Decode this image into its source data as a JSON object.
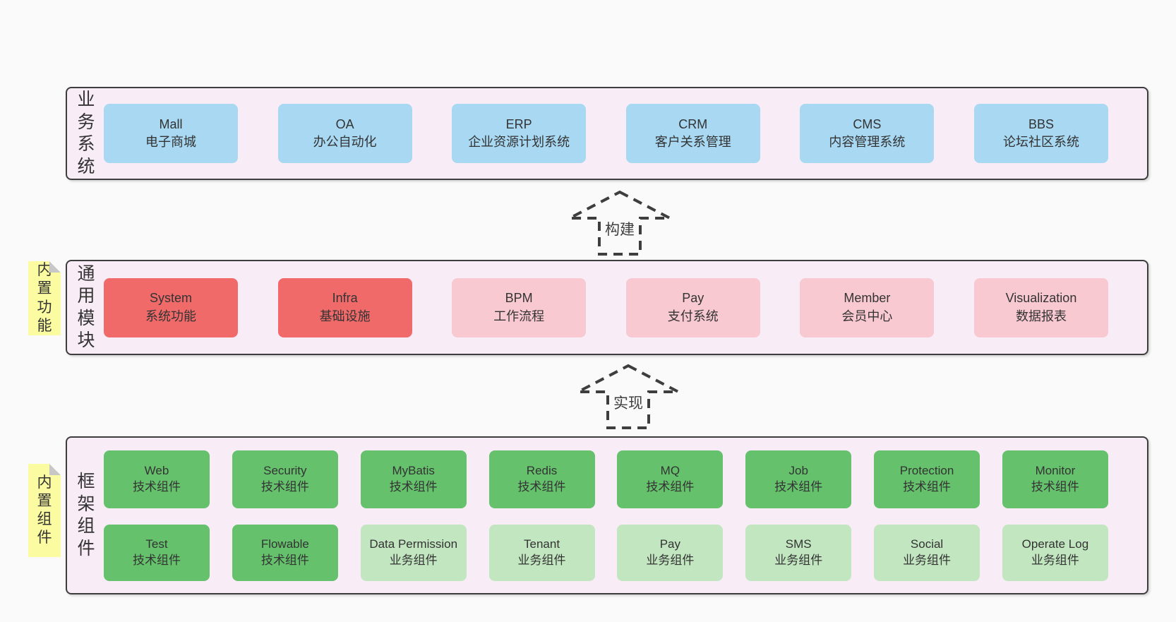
{
  "colors": {
    "page_background": "#fafafa",
    "band_fill": "#f8ecf6",
    "band_border": "#3d3d3d",
    "box_blue": "#a8d8f2",
    "box_red": "#f06a6a",
    "box_pink": "#f9c9d1",
    "box_green_dark": "#65c16c",
    "box_green_light": "#c2e6c0",
    "sticky_yellow": "#fbfba1",
    "text": "#333333"
  },
  "arrows": {
    "build": {
      "label": "构建"
    },
    "implement": {
      "label": "实现"
    }
  },
  "bands": {
    "business": {
      "label": "业务系统",
      "boxes": [
        {
          "name": "Mall",
          "desc": "电子商城",
          "variant": "blue"
        },
        {
          "name": "OA",
          "desc": "办公自动化",
          "variant": "blue"
        },
        {
          "name": "ERP",
          "desc": "企业资源计划系统",
          "variant": "blue"
        },
        {
          "name": "CRM",
          "desc": "客户关系管理",
          "variant": "blue"
        },
        {
          "name": "CMS",
          "desc": "内容管理系统",
          "variant": "blue"
        },
        {
          "name": "BBS",
          "desc": "论坛社区系统",
          "variant": "blue"
        }
      ]
    },
    "modules": {
      "label": "通用模块",
      "sticky": "内置功能",
      "boxes": [
        {
          "name": "System",
          "desc": "系统功能",
          "variant": "red"
        },
        {
          "name": "Infra",
          "desc": "基础设施",
          "variant": "red"
        },
        {
          "name": "BPM",
          "desc": "工作流程",
          "variant": "pink"
        },
        {
          "name": "Pay",
          "desc": "支付系统",
          "variant": "pink"
        },
        {
          "name": "Member",
          "desc": "会员中心",
          "variant": "pink"
        },
        {
          "name": "Visualization",
          "desc": "数据报表",
          "variant": "pink"
        }
      ]
    },
    "components": {
      "label": "框架组件",
      "sticky": "内置组件",
      "row1": [
        {
          "name": "Web",
          "desc": "技术组件",
          "variant": "green"
        },
        {
          "name": "Security",
          "desc": "技术组件",
          "variant": "green"
        },
        {
          "name": "MyBatis",
          "desc": "技术组件",
          "variant": "green"
        },
        {
          "name": "Redis",
          "desc": "技术组件",
          "variant": "green"
        },
        {
          "name": "MQ",
          "desc": "技术组件",
          "variant": "green"
        },
        {
          "name": "Job",
          "desc": "技术组件",
          "variant": "green"
        },
        {
          "name": "Protection",
          "desc": "技术组件",
          "variant": "green"
        },
        {
          "name": "Monitor",
          "desc": "技术组件",
          "variant": "green"
        }
      ],
      "row2": [
        {
          "name": "Test",
          "desc": "技术组件",
          "variant": "green"
        },
        {
          "name": "Flowable",
          "desc": "技术组件",
          "variant": "green"
        },
        {
          "name": "Data Permission",
          "desc": "业务组件",
          "variant": "lightgreen"
        },
        {
          "name": "Tenant",
          "desc": "业务组件",
          "variant": "lightgreen"
        },
        {
          "name": "Pay",
          "desc": "业务组件",
          "variant": "lightgreen"
        },
        {
          "name": "SMS",
          "desc": "业务组件",
          "variant": "lightgreen"
        },
        {
          "name": "Social",
          "desc": "业务组件",
          "variant": "lightgreen"
        },
        {
          "name": "Operate Log",
          "desc": "业务组件",
          "variant": "lightgreen"
        }
      ]
    }
  }
}
